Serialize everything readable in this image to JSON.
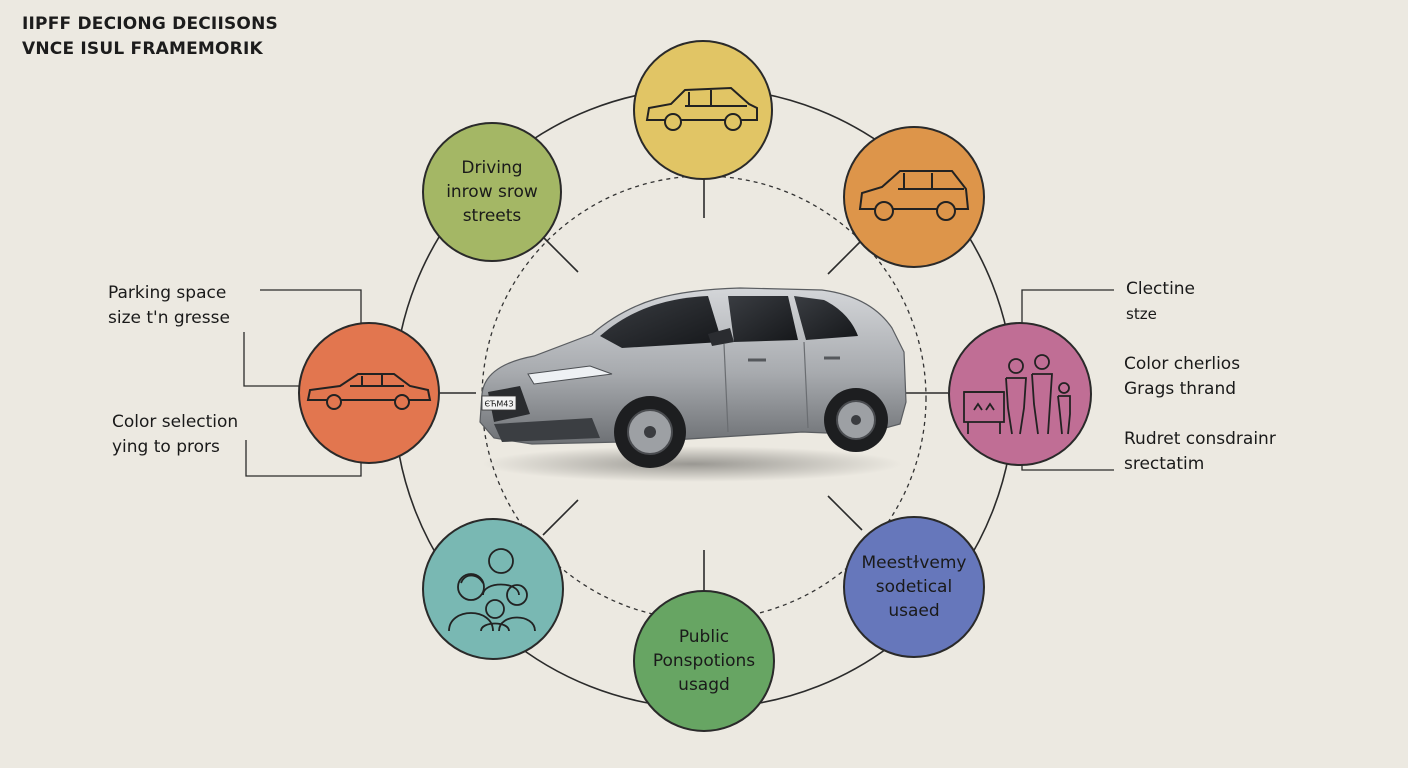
{
  "title": {
    "line1": "IIPFF DECIONG DECIISONS",
    "line2": "VNCE ISUL FRAMEMORIK"
  },
  "center": {
    "plate": "ЄЋМ4З",
    "icon": "suv-car-photo"
  },
  "nodes": [
    {
      "id": "top",
      "color": "#e1c565",
      "icon": "hatchback-car-icon",
      "text": ""
    },
    {
      "id": "top-left",
      "color": "#a4b765",
      "icon": "",
      "text": "Driving\ninrow srow\nstreets"
    },
    {
      "id": "top-right",
      "color": "#dd954a",
      "icon": "suv-car-icon",
      "text": ""
    },
    {
      "id": "left",
      "color": "#e2764f",
      "icon": "sedan-car-icon",
      "text": ""
    },
    {
      "id": "right",
      "color": "#c06e95",
      "icon": "family-shopping-icon",
      "text": ""
    },
    {
      "id": "bottom-left",
      "color": "#79b8b3",
      "icon": "family-people-icon",
      "text": ""
    },
    {
      "id": "bottom",
      "color": "#67a563",
      "icon": "",
      "text": "Public\nPonspotions\nusagd"
    },
    {
      "id": "bottom-right",
      "color": "#6677bb",
      "icon": "",
      "text": "Meestɫvemy\nsodetical\nusaed"
    }
  ],
  "left_labels": [
    {
      "line1": "Parking space",
      "line2": "size t'n gresse"
    },
    {
      "line1": "Color selection",
      "line2": "ying to prors"
    }
  ],
  "right_labels": [
    {
      "line1": "Clectine",
      "line2": "stze"
    },
    {
      "line1": "Color cherlios",
      "line2": "Grags thrand"
    },
    {
      "line1": "Rudret consdrainr",
      "line2": "srectatim"
    }
  ]
}
